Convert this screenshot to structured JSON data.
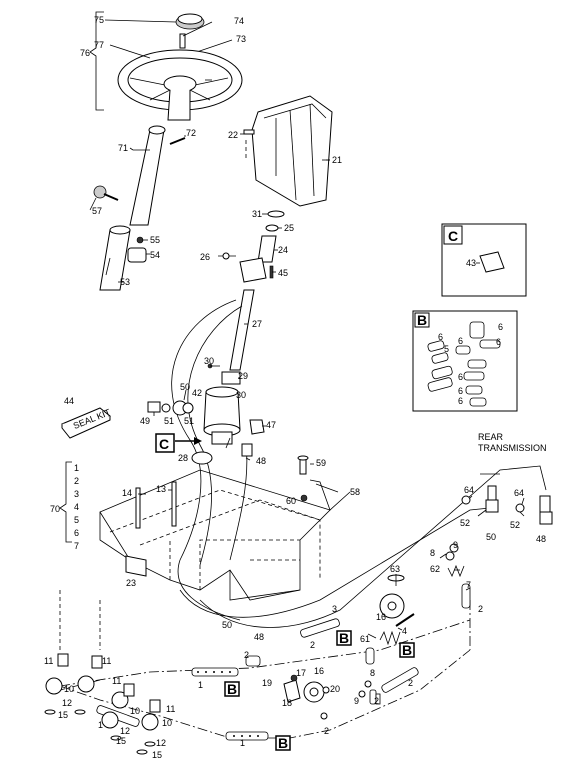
{
  "callouts": {
    "c75": "75",
    "c74": "74",
    "c73": "73",
    "c76": "76",
    "c77": "77",
    "c72": "72",
    "c71": "71",
    "c22": "22",
    "c21": "21",
    "c57": "57",
    "c31": "31",
    "c25": "25",
    "c24": "24",
    "c26": "26",
    "c45": "45",
    "c55": "55",
    "c54": "54",
    "c53": "53",
    "c27": "27",
    "c30": "30",
    "c29": "29",
    "c50a": "50",
    "c42": "42",
    "c30b": "30",
    "c49": "49",
    "c51a": "51",
    "c51b": "51",
    "c47": "47",
    "c28": "28",
    "c48a": "48",
    "c59": "59",
    "c58": "58",
    "c60": "60",
    "c14": "14",
    "c13": "13",
    "c64a": "64",
    "c64b": "64",
    "c52a": "52",
    "c52b": "52",
    "c50b": "50",
    "c48b": "48",
    "c9": "9",
    "c8": "8",
    "c62": "62",
    "c7": "7",
    "c2a": "2",
    "c63": "63",
    "c23": "23",
    "c3": "3",
    "c2b": "2",
    "c16a": "16",
    "c4": "4",
    "c61": "61",
    "c9b": "9",
    "c8b": "8",
    "c50c": "50",
    "c48c": "48",
    "c11a": "11",
    "c11b": "11",
    "c10a": "10",
    "c12a": "12",
    "c15a": "15",
    "c1a": "1",
    "c2c": "2",
    "c19": "19",
    "c17": "17",
    "c16b": "16",
    "c18": "18",
    "c20": "20",
    "c2d": "2",
    "c2e": "2",
    "c2f": "2",
    "c11c": "11",
    "c11d": "11",
    "c10b": "10",
    "c10c": "10",
    "c12b": "12",
    "c12c": "12",
    "c15b": "15",
    "c15c": "15",
    "c1b": "1",
    "c2g": "2",
    "c43": "43",
    "c6a": "6",
    "c6b": "6",
    "c6c": "6",
    "c6d": "6",
    "c6e": "6",
    "c6f": "6",
    "c6g": "6",
    "c5": "5",
    "c44": "44",
    "c70": "70"
  },
  "kit_numbers": [
    "1",
    "2",
    "3",
    "4",
    "5",
    "6",
    "7"
  ],
  "seal_kit_label": "SEAL KIT",
  "rear_transmission": [
    "REAR",
    "TRANSMISSION"
  ],
  "detail_letters": {
    "B": "B",
    "C": "C"
  }
}
